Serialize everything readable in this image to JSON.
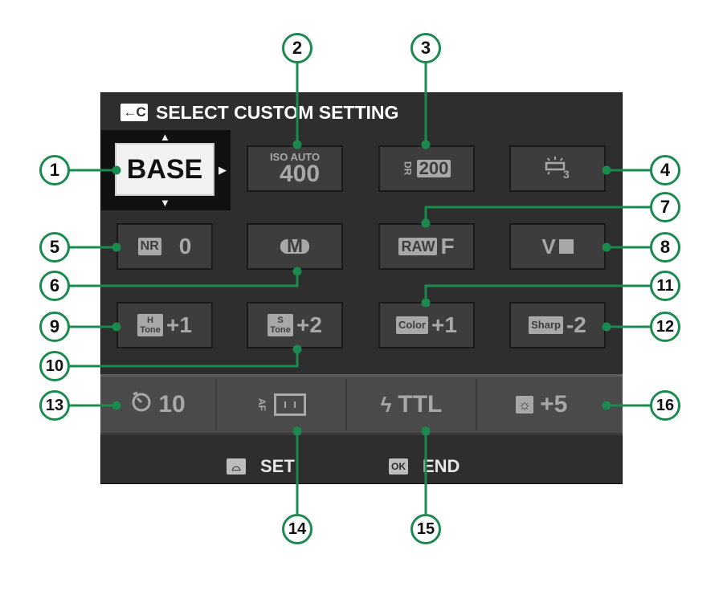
{
  "screen": {
    "title_icon": "←C",
    "title": "SELECT CUSTOM SETTING",
    "base_label": "BASE",
    "tiles": {
      "iso_top": "ISO AUTO",
      "iso_value": "400",
      "dr_label": "DR",
      "dr_value": "200",
      "wb_icon": "white-balance-3-icon",
      "wb_sub": "3",
      "nr_badge": "NR",
      "nr_value": "0",
      "mode_badge": "M",
      "raw_badge": "RAW",
      "raw_value": "F",
      "film_badge": "V",
      "htone_badge": "H Tone",
      "htone_value": "+1",
      "stone_badge": "S Tone",
      "stone_value": "+2",
      "color_badge": "Color",
      "color_value": "+1",
      "sharp_badge": "Sharp",
      "sharp_value": "-2"
    },
    "bottom": {
      "timer_value": "10",
      "af_label": "AF",
      "flash_value": "TTL",
      "brightness_value": "+5"
    },
    "footer": {
      "set_icon": "dial-icon",
      "set_label": "SET",
      "ok_icon": "OK",
      "end_label": "END"
    }
  },
  "callouts": [
    "1",
    "2",
    "3",
    "4",
    "5",
    "6",
    "7",
    "8",
    "9",
    "10",
    "11",
    "12",
    "13",
    "14",
    "15",
    "16"
  ],
  "colors": {
    "callout_ring": "#1a8a4f",
    "screen_bg": "#2e2e2e",
    "tile_bg": "#3d3d3d",
    "tile_text": "#a8a8a8"
  }
}
